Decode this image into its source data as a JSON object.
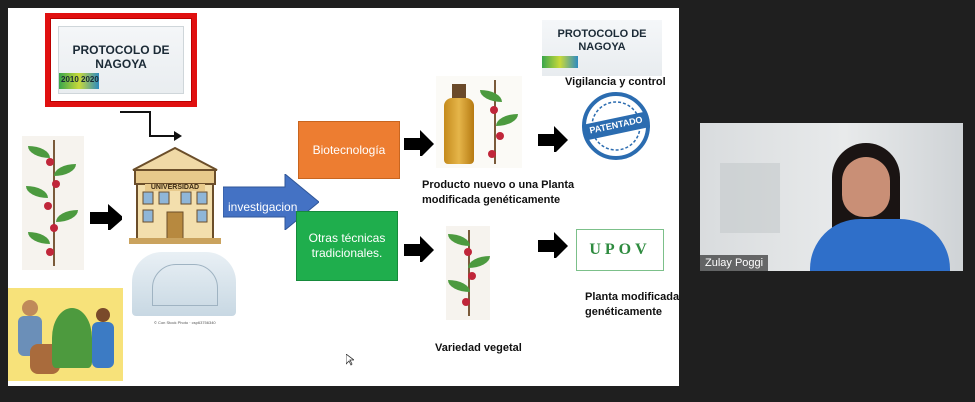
{
  "slide": {
    "nagoya_logo_title": "PROTOCOLO DE NAGOYA",
    "nagoya_logo_year": "2010 2020",
    "universidad_label": "UNIVERSIDAD",
    "photo_credit": "© Con Stock Photo · csp63756340",
    "arrow_label": "investigacion",
    "biotech_label": "Biotecnología",
    "otras_tecnicas_label": "Otras técnicas tradicionales.",
    "nagoya_small_title": "PROTOCOLO DE NAGOYA",
    "vigilancia_label": "Vigilancia y control",
    "producto_label": "Producto nuevo o una Planta modificada genéticamente",
    "patentado_label": "PATENTADO",
    "upov_label": "UPOV",
    "planta_label": "Planta modificada genéticamente",
    "variedad_label": "Variedad vegetal"
  },
  "video": {
    "participant_name": "Zulay Poggi"
  },
  "colors": {
    "orange": "#ed7d31",
    "green": "#1fae4d",
    "blue_arrow": "#4472c4",
    "nagoya_border": "#e01010"
  }
}
